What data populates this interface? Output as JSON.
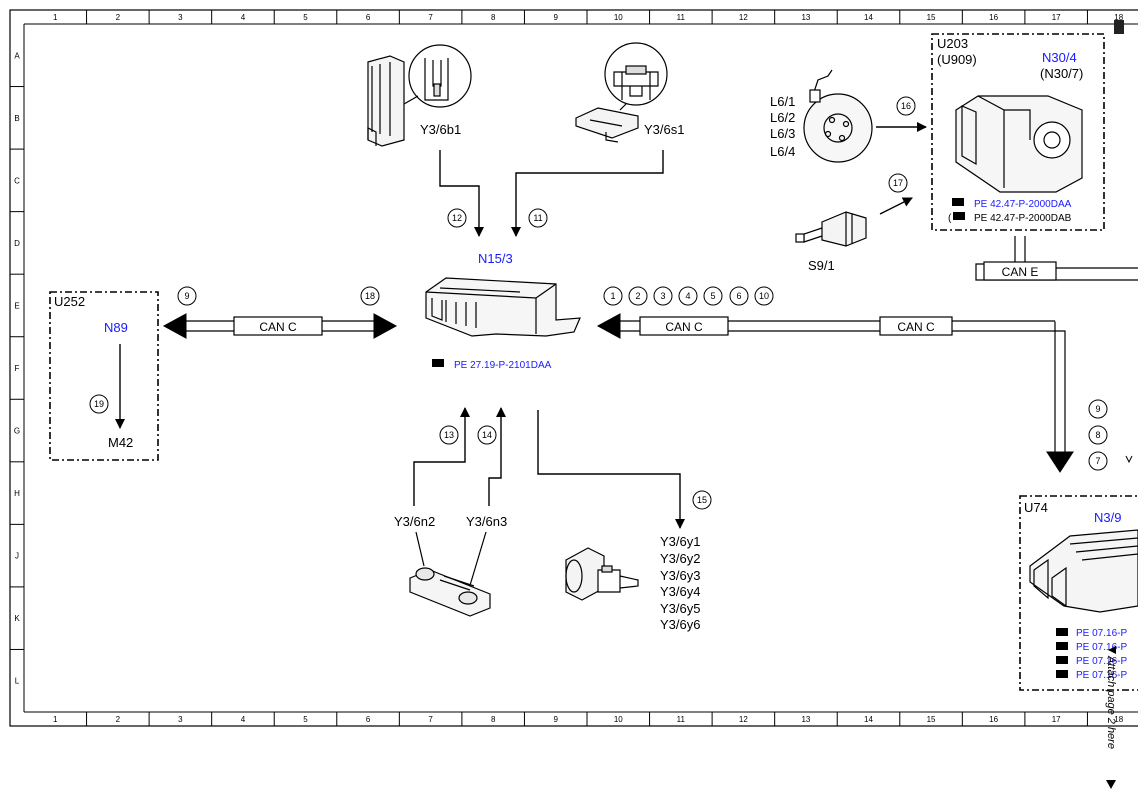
{
  "grid": {
    "columns": [
      "1",
      "2",
      "3",
      "4",
      "5",
      "6",
      "7",
      "8",
      "9",
      "10",
      "11",
      "12",
      "13",
      "14",
      "15",
      "16",
      "17",
      "18"
    ],
    "rows": [
      "A",
      "B",
      "C",
      "D",
      "E",
      "F",
      "G",
      "H",
      "J",
      "K",
      "L"
    ]
  },
  "components": {
    "y3_6b1": "Y3/6b1",
    "y3_6s1": "Y3/6s1",
    "n15_3": "N15/3",
    "n15_3_ref": "PE 27.19-P-2101DAA",
    "u252": "U252",
    "n89": "N89",
    "m42": "M42",
    "u203": "U203",
    "u909": "(U909)",
    "n30_4": "N30/4",
    "n30_7": "(N30/7)",
    "n30_ref1": "PE 42.47-P-2000DAA",
    "n30_ref2": "PE 42.47-P-2000DAB",
    "l6": [
      "L6/1",
      "L6/2",
      "L6/3",
      "L6/4"
    ],
    "s9_1": "S9/1",
    "y3_6n2": "Y3/6n2",
    "y3_6n3": "Y3/6n3",
    "y3_6y": [
      "Y3/6y1",
      "Y3/6y2",
      "Y3/6y3",
      "Y3/6y4",
      "Y3/6y5",
      "Y3/6y6"
    ],
    "u74": "U74",
    "n3_9": "N3/9",
    "u74_refs": [
      "PE 07.16-P",
      "PE 07.16-P",
      "PE 07.16-P",
      "PE 07.16-P"
    ]
  },
  "buses": {
    "can_c": "CAN C",
    "can_e": "CAN E"
  },
  "callouts": {
    "n1": "1",
    "n2": "2",
    "n3": "3",
    "n4": "4",
    "n5": "5",
    "n6": "6",
    "n7": "7",
    "n8": "8",
    "n9": "9",
    "n10": "10",
    "n11": "11",
    "n12": "12",
    "n13": "13",
    "n14": "14",
    "n15": "15",
    "n16": "16",
    "n17": "17",
    "n18": "18",
    "n19": "19"
  },
  "note": "Attach page 2 here"
}
